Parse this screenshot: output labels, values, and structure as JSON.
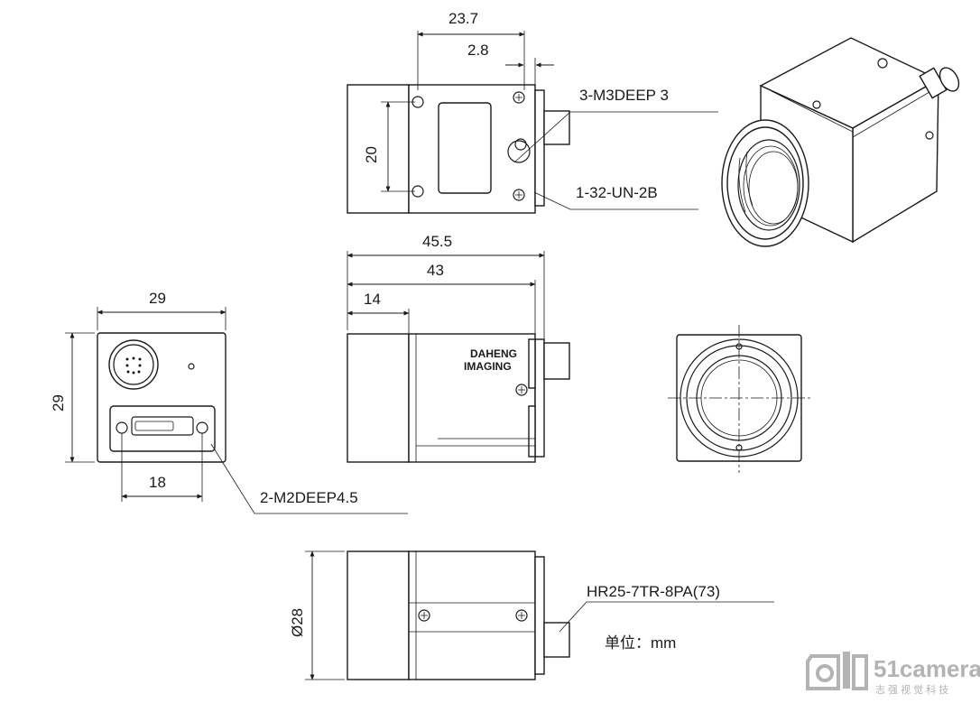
{
  "labels": {
    "width_top": "23.7",
    "flange_top": "2.8",
    "height_top": "20",
    "thread_holes_top": "3-M3DEEP 3",
    "mount_thread": "1-32-UN-2B",
    "overall_length": "45.5",
    "body_length": "43",
    "front_length": "14",
    "rear_width": "29",
    "rear_height": "29",
    "rear_hole_spacing": "18",
    "rear_holes": "2-M2DEEP4.5",
    "diameter": "Ø28",
    "connector": "HR25-7TR-8PA(73)",
    "unit": "单位：mm"
  },
  "logo": {
    "line1": "DAHENG",
    "line2": "IMAGING"
  },
  "watermark": {
    "brand": "51camera",
    "tagline": "志 强 视 觉 科 技"
  }
}
